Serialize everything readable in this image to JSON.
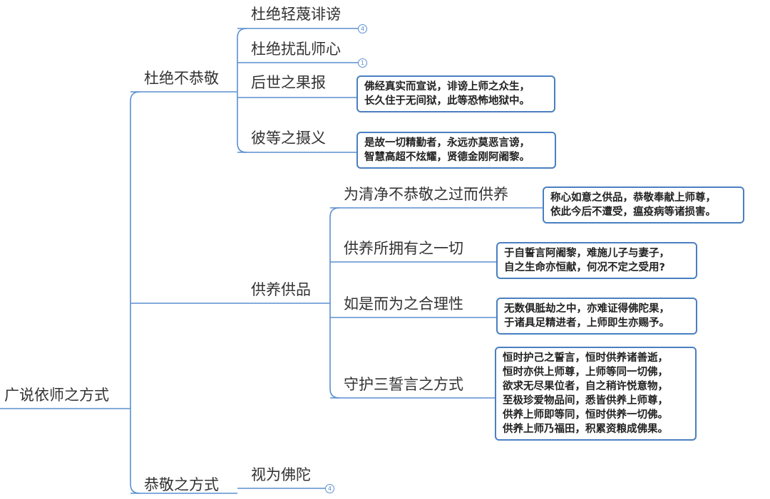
{
  "root": {
    "label": "广说依师之方式"
  },
  "branches": {
    "b1": {
      "label": "杜绝不恭敬",
      "children": {
        "c1": {
          "label": "杜绝轻蔑诽谤",
          "badge": "4"
        },
        "c2": {
          "label": "杜绝扰乱师心",
          "badge": "1"
        },
        "c3": {
          "label": "后世之果报",
          "note": [
            "佛经真实而宣说，诽谤上师之众生，",
            "长久住于无间狱，此等恐怖地狱中。"
          ]
        },
        "c4": {
          "label": "彼等之摄义",
          "note": [
            "是故一切精勤者，永远亦莫恶言谤，",
            "智慧高超不炫耀，贤德金刚阿阇黎。"
          ]
        }
      }
    },
    "b2": {
      "label": "供养供品",
      "children": {
        "c1": {
          "label": "为清净不恭敬之过而供养",
          "note": [
            "称心如意之供品，恭敬奉献上师尊，",
            "依此今后不遭受，瘟疫病等诸损害。"
          ]
        },
        "c2": {
          "label": "供养所拥有之一切",
          "note": [
            "于自誓言阿阇黎，难施儿子与妻子，",
            "自之生命亦恒献，何况不定之受用?"
          ]
        },
        "c3": {
          "label": "如是而为之合理性",
          "note": [
            "无数俱胝劫之中，亦难证得佛陀果，",
            "于诸具足精进者，上师即生亦赐予。"
          ]
        },
        "c4": {
          "label": "守护三誓言之方式",
          "note": [
            "恒时护己之誓言，恒时供养诸善逝，",
            "恒时亦供上师尊，上师等同一切佛，",
            "欲求无尽果位者，自之稍许悦意物，",
            "至极珍爱物品间，悉皆供养上师尊，",
            "供养上师即等同，恒时供养一切佛。",
            "供养上师乃福田，积累资粮成佛果。"
          ]
        }
      }
    },
    "b3": {
      "label": "恭敬之方式",
      "children": {
        "c1": {
          "label": "视为佛陀",
          "badge": "4"
        }
      }
    }
  },
  "colors": {
    "line": "#5b8fd0",
    "note_border": "#4a7fc1",
    "text": "#333333"
  }
}
